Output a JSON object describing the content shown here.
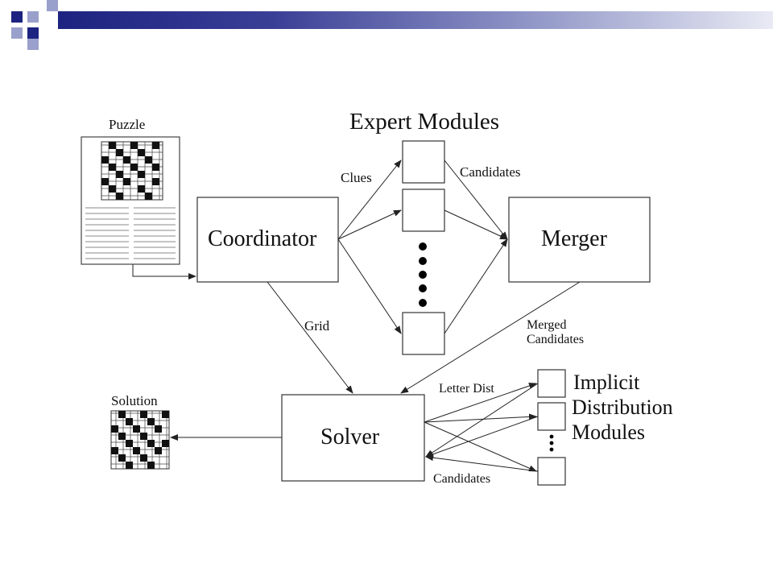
{
  "theme": {
    "bar_dark": "#1c2380",
    "bar_light": "#e9eaf4",
    "accent_square_gray": "#9aa0cc"
  },
  "diagram": {
    "puzzle_label": "Puzzle",
    "expert_modules_label": "Expert Modules",
    "clues_label": "Clues",
    "candidates_top_label": "Candidates",
    "coordinator_label": "Coordinator",
    "merger_label": "Merger",
    "grid_label": "Grid",
    "merged_candidates_label_1": "Merged",
    "merged_candidates_label_2": "Candidates",
    "solution_label": "Solution",
    "solver_label": "Solver",
    "letter_dist_label": "Letter Dist",
    "candidates_bottom_label": "Candidates",
    "implicit_label_1": "Implicit",
    "implicit_label_2": "Distribution",
    "implicit_label_3": "Modules"
  }
}
